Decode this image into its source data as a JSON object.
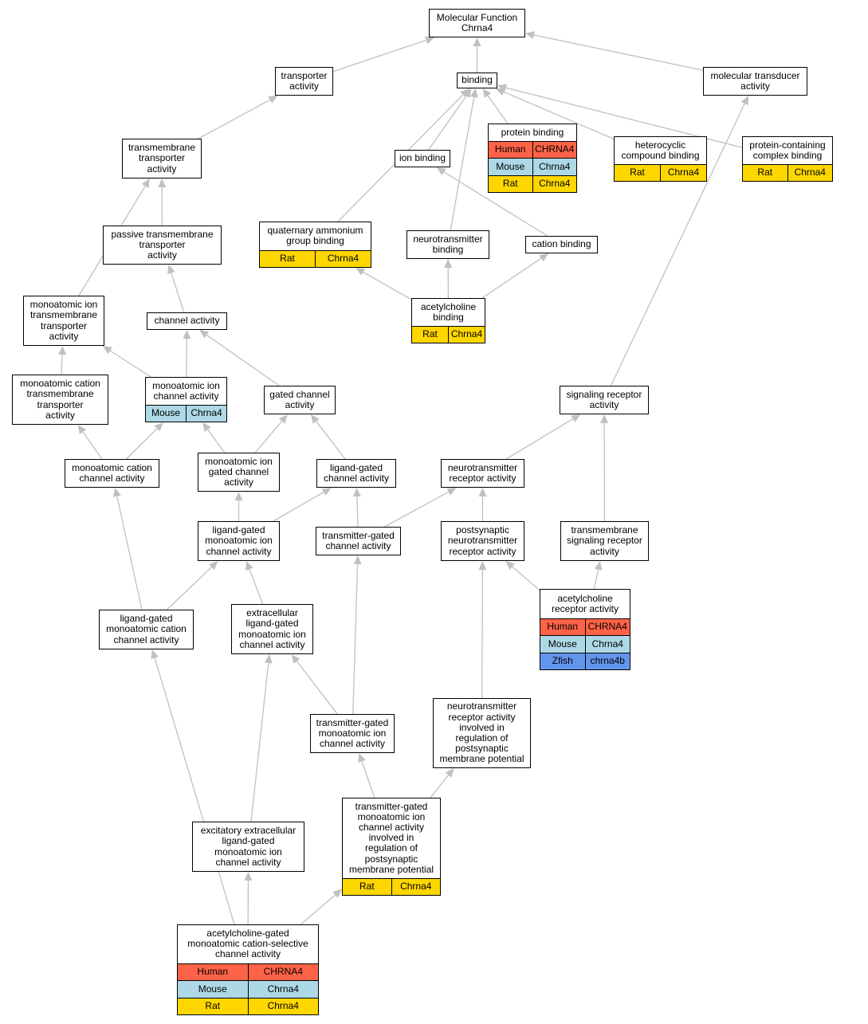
{
  "colors": {
    "Human": "#ff6347",
    "Mouse": "#add8e6",
    "Rat": "#ffd700",
    "Zfish": "#6495ed",
    "edge": "#c0c0c0"
  },
  "nodes": [
    {
      "id": "mf",
      "label": "Molecular Function\nChrna4",
      "rows": []
    },
    {
      "id": "transporter",
      "label": "transporter\nactivity",
      "rows": []
    },
    {
      "id": "binding",
      "label": "binding",
      "rows": []
    },
    {
      "id": "transducer",
      "label": "molecular transducer\nactivity",
      "rows": []
    },
    {
      "id": "tm_transporter",
      "label": "transmembrane\ntransporter\nactivity",
      "rows": []
    },
    {
      "id": "protein_binding",
      "label": "protein binding",
      "rows": [
        [
          "Human",
          "CHRNA4"
        ],
        [
          "Mouse",
          "Chrna4"
        ],
        [
          "Rat",
          "Chrna4"
        ]
      ]
    },
    {
      "id": "heterocyclic",
      "label": "heterocyclic\ncompound binding",
      "rows": [
        [
          "Rat",
          "Chrna4"
        ]
      ]
    },
    {
      "id": "protein_complex",
      "label": "protein-containing\ncomplex binding",
      "rows": [
        [
          "Rat",
          "Chrna4"
        ]
      ]
    },
    {
      "id": "ion_binding",
      "label": "ion binding",
      "rows": []
    },
    {
      "id": "quat_ammonium",
      "label": "quaternary ammonium\ngroup binding",
      "rows": [
        [
          "Rat",
          "Chrna4"
        ]
      ]
    },
    {
      "id": "passive_tm",
      "label": "passive transmembrane\ntransporter\nactivity",
      "rows": []
    },
    {
      "id": "nt_binding",
      "label": "neurotransmitter\nbinding",
      "rows": []
    },
    {
      "id": "cation_binding",
      "label": "cation binding",
      "rows": []
    },
    {
      "id": "ach_binding",
      "label": "acetylcholine\nbinding",
      "rows": [
        [
          "Rat",
          "Chrna4"
        ]
      ]
    },
    {
      "id": "mono_ion_tm",
      "label": "monoatomic ion\ntransmembrane\ntransporter\nactivity",
      "rows": []
    },
    {
      "id": "channel",
      "label": "channel activity",
      "rows": []
    },
    {
      "id": "mono_cation_tm",
      "label": "monoatomic cation\ntransmembrane\ntransporter\nactivity",
      "rows": []
    },
    {
      "id": "mono_ion_channel",
      "label": "monoatomic ion\nchannel activity",
      "rows": [
        [
          "Mouse",
          "Chrna4"
        ]
      ]
    },
    {
      "id": "gated_channel",
      "label": "gated channel\nactivity",
      "rows": []
    },
    {
      "id": "signaling_receptor",
      "label": "signaling receptor\nactivity",
      "rows": []
    },
    {
      "id": "mono_cation_channel",
      "label": "monoatomic cation\nchannel activity",
      "rows": []
    },
    {
      "id": "mono_ion_gated",
      "label": "monoatomic ion\ngated channel\nactivity",
      "rows": []
    },
    {
      "id": "ligand_gated",
      "label": "ligand-gated\nchannel activity",
      "rows": []
    },
    {
      "id": "nt_receptor",
      "label": "neurotransmitter\nreceptor activity",
      "rows": []
    },
    {
      "id": "lg_mono_ion",
      "label": "ligand-gated\nmonoatomic ion\nchannel activity",
      "rows": []
    },
    {
      "id": "transmitter_gated",
      "label": "transmitter-gated\nchannel activity",
      "rows": []
    },
    {
      "id": "postsyn_nt_receptor",
      "label": "postsynaptic\nneurotransmitter\nreceptor activity",
      "rows": []
    },
    {
      "id": "tm_signaling",
      "label": "transmembrane\nsignaling receptor\nactivity",
      "rows": []
    },
    {
      "id": "lg_mono_cation",
      "label": "ligand-gated\nmonoatomic cation\nchannel activity",
      "rows": []
    },
    {
      "id": "extra_lg_mono_ion",
      "label": "extracellular\nligand-gated\nmonoatomic ion\nchannel activity",
      "rows": []
    },
    {
      "id": "ach_receptor",
      "label": "acetylcholine\nreceptor activity",
      "rows": [
        [
          "Human",
          "CHRNA4"
        ],
        [
          "Mouse",
          "Chrna4"
        ],
        [
          "Zfish",
          "chrna4b"
        ]
      ]
    },
    {
      "id": "tg_mono_ion",
      "label": "transmitter-gated\nmonoatomic ion\nchannel activity",
      "rows": []
    },
    {
      "id": "nt_receptor_reg",
      "label": "neurotransmitter\nreceptor activity\ninvolved in\nregulation of\npostsynaptic\nmembrane potential",
      "rows": []
    },
    {
      "id": "tg_mono_ion_reg",
      "label": "transmitter-gated\nmonoatomic ion\nchannel activity\ninvolved in\nregulation of\npostsynaptic\nmembrane potential",
      "rows": [
        [
          "Rat",
          "Chrna4"
        ]
      ]
    },
    {
      "id": "excit_extra",
      "label": "excitatory extracellular\nligand-gated\nmonoatomic ion\nchannel activity",
      "rows": []
    },
    {
      "id": "ach_gated",
      "label": "acetylcholine-gated\nmonoatomic cation-selective\nchannel activity",
      "rows": [
        [
          "Human",
          "CHRNA4"
        ],
        [
          "Mouse",
          "Chrna4"
        ],
        [
          "Rat",
          "Chrna4"
        ]
      ]
    }
  ],
  "edges": [
    [
      "transporter",
      "mf"
    ],
    [
      "binding",
      "mf"
    ],
    [
      "transducer",
      "mf"
    ],
    [
      "tm_transporter",
      "transporter"
    ],
    [
      "protein_binding",
      "binding"
    ],
    [
      "heterocyclic",
      "binding"
    ],
    [
      "protein_complex",
      "binding"
    ],
    [
      "ion_binding",
      "binding"
    ],
    [
      "quat_ammonium",
      "binding"
    ],
    [
      "nt_binding",
      "binding"
    ],
    [
      "passive_tm",
      "tm_transporter"
    ],
    [
      "mono_ion_tm",
      "tm_transporter"
    ],
    [
      "cation_binding",
      "ion_binding"
    ],
    [
      "ach_binding",
      "quat_ammonium"
    ],
    [
      "ach_binding",
      "nt_binding"
    ],
    [
      "ach_binding",
      "cation_binding"
    ],
    [
      "channel",
      "passive_tm"
    ],
    [
      "mono_cation_tm",
      "mono_ion_tm"
    ],
    [
      "mono_ion_channel",
      "mono_ion_tm"
    ],
    [
      "mono_ion_channel",
      "channel"
    ],
    [
      "gated_channel",
      "channel"
    ],
    [
      "signaling_receptor",
      "transducer"
    ],
    [
      "mono_cation_channel",
      "mono_cation_tm"
    ],
    [
      "mono_cation_channel",
      "mono_ion_channel"
    ],
    [
      "mono_ion_gated",
      "mono_ion_channel"
    ],
    [
      "mono_ion_gated",
      "gated_channel"
    ],
    [
      "ligand_gated",
      "gated_channel"
    ],
    [
      "nt_receptor",
      "signaling_receptor"
    ],
    [
      "lg_mono_ion",
      "mono_ion_gated"
    ],
    [
      "lg_mono_ion",
      "ligand_gated"
    ],
    [
      "transmitter_gated",
      "ligand_gated"
    ],
    [
      "transmitter_gated",
      "nt_receptor"
    ],
    [
      "postsyn_nt_receptor",
      "nt_receptor"
    ],
    [
      "tm_signaling",
      "signaling_receptor"
    ],
    [
      "lg_mono_cation",
      "mono_cation_channel"
    ],
    [
      "lg_mono_cation",
      "lg_mono_ion"
    ],
    [
      "extra_lg_mono_ion",
      "lg_mono_ion"
    ],
    [
      "ach_receptor",
      "postsyn_nt_receptor"
    ],
    [
      "ach_receptor",
      "tm_signaling"
    ],
    [
      "tg_mono_ion",
      "extra_lg_mono_ion"
    ],
    [
      "tg_mono_ion",
      "transmitter_gated"
    ],
    [
      "nt_receptor_reg",
      "postsyn_nt_receptor"
    ],
    [
      "tg_mono_ion_reg",
      "tg_mono_ion"
    ],
    [
      "tg_mono_ion_reg",
      "nt_receptor_reg"
    ],
    [
      "excit_extra",
      "extra_lg_mono_ion"
    ],
    [
      "ach_gated",
      "lg_mono_cation"
    ],
    [
      "ach_gated",
      "excit_extra"
    ],
    [
      "ach_gated",
      "tg_mono_ion_reg"
    ]
  ]
}
